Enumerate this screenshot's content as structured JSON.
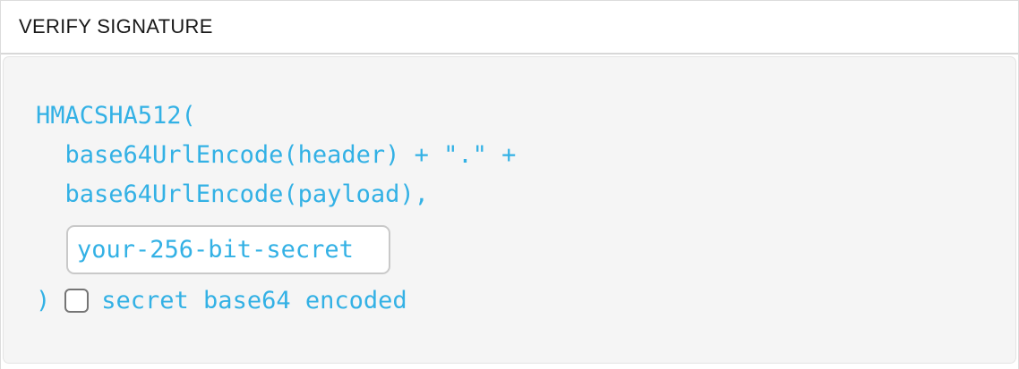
{
  "panel": {
    "title": "VERIFY SIGNATURE"
  },
  "signature_code": {
    "function_open": "HMACSHA512(",
    "arg_header": "  base64UrlEncode(header) + \".\" +",
    "arg_payload": "  base64UrlEncode(payload),",
    "function_close": ")"
  },
  "secret_input": {
    "value": "your-256-bit-secret"
  },
  "base64_checkbox": {
    "label": "secret base64 encoded",
    "checked": false
  },
  "colors": {
    "accent_cyan": "#33b1e5",
    "panel_background": "#f5f5f5",
    "header_text": "#191919"
  }
}
